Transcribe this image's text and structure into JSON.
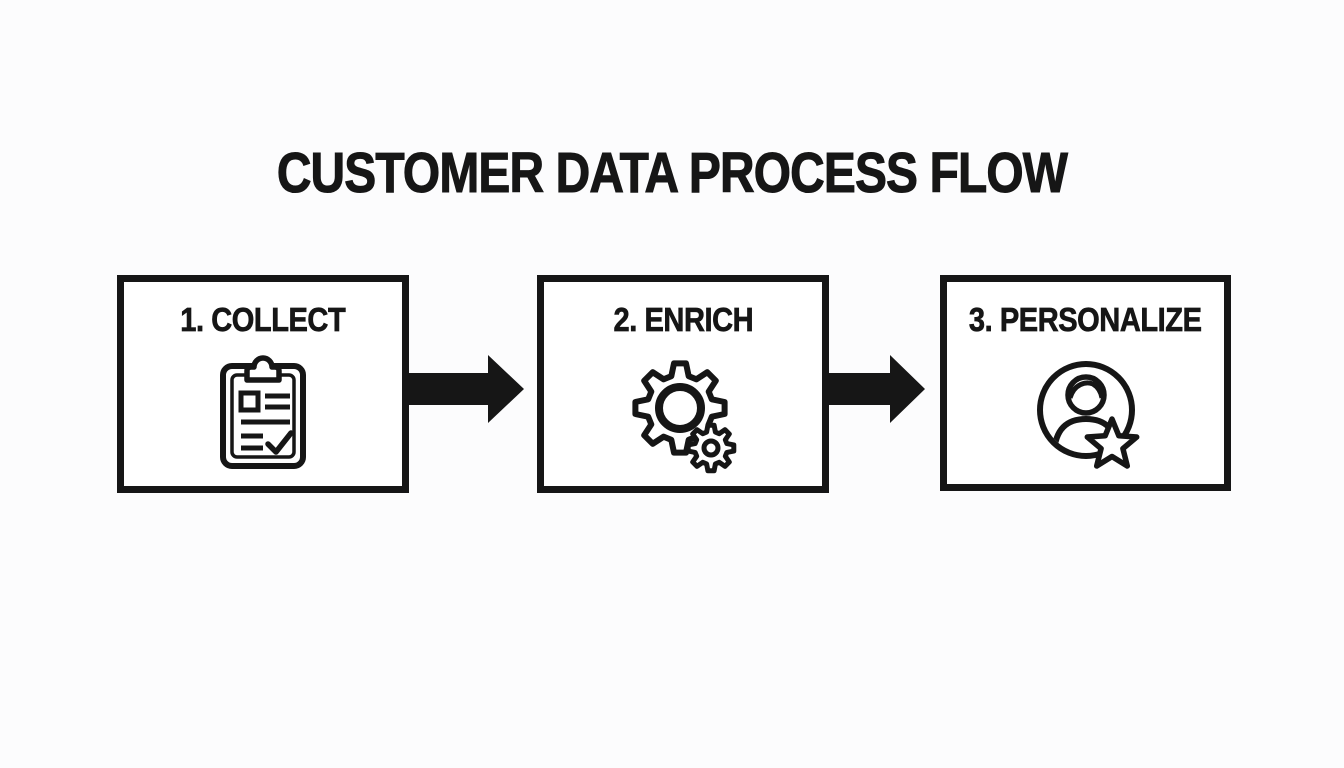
{
  "title": "CUSTOMER DATA PROCESS FLOW",
  "diagram": {
    "steps": [
      {
        "label": "1. COLLECT",
        "icon": "clipboard-checklist-icon"
      },
      {
        "label": "2. ENRICH",
        "icon": "gears-icon"
      },
      {
        "label": "3. PERSONALIZE",
        "icon": "user-star-icon"
      }
    ],
    "connectors": [
      {
        "type": "arrow-right",
        "from": "1. COLLECT",
        "to": "2. ENRICH"
      },
      {
        "type": "arrow-right",
        "from": "2. ENRICH",
        "to": "3. PERSONALIZE"
      }
    ]
  },
  "colors": {
    "ink": "#161616",
    "background": "#fcfcfd"
  }
}
